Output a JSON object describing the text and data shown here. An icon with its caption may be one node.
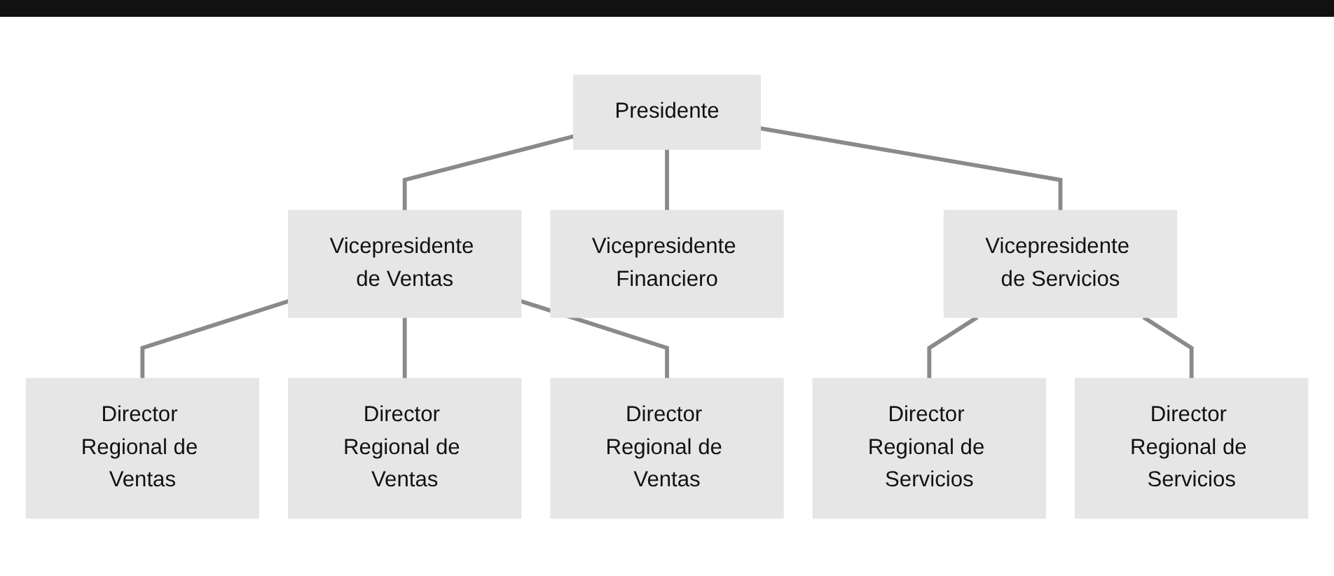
{
  "diagram": {
    "nodes": [
      {
        "text": [
          "Presidente"
        ]
      },
      {
        "text": [
          "Vicepresidente de Ventas"
        ]
      },
      {
        "text": [
          "Vicepresidente Financiero"
        ]
      },
      {
        "text": [
          "Vicepresidente de Servicios"
        ]
      },
      {
        "text": [
          "Director Regional de Ventas"
        ]
      },
      {
        "text": [
          "Director Regional de Ventas"
        ]
      },
      {
        "text": [
          "Director Regional de Ventas"
        ]
      },
      {
        "text": [
          "Director Regional de Servicios"
        ]
      },
      {
        "text": [
          "Director Regional de Servicios"
        ]
      }
    ],
    "edges": [
      {
        "from": 0,
        "to": 1,
        "arrow": "none"
      },
      {
        "from": 0,
        "to": 2,
        "arrow": "none"
      },
      {
        "from": 0,
        "to": 3,
        "arrow": "none"
      },
      {
        "from": 1,
        "to": 4,
        "arrow": "none"
      },
      {
        "from": 1,
        "to": 5,
        "arrow": "none"
      },
      {
        "from": 1,
        "to": 6,
        "arrow": "none"
      },
      {
        "from": 3,
        "to": 7,
        "arrow": "none"
      },
      {
        "from": 3,
        "to": 8,
        "arrow": "none"
      }
    ]
  }
}
